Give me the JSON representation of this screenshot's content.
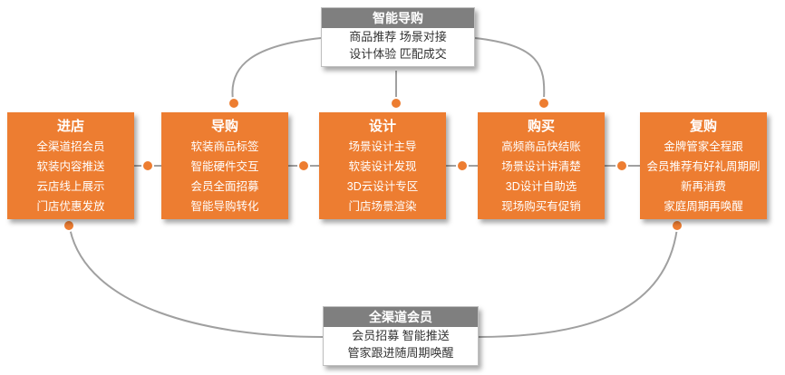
{
  "colors": {
    "stage_bg": "#ED7D31",
    "stage_text": "#FFFFFF",
    "callout_header_bg": "#7F7F7F",
    "callout_header_text": "#FFFFFF",
    "callout_body_bg": "#FFFFFF",
    "callout_body_text": "#333333",
    "connector_line": "#A0A0A0",
    "connector_dot": "#ED7D31"
  },
  "top_callout": {
    "title": "智能导购",
    "lines": [
      "商品推荐 场景对接",
      "设计体验 匹配成交"
    ]
  },
  "bottom_callout": {
    "title": "全渠道会员",
    "lines": [
      "会员招募 智能推送",
      "管家跟进随周期唤醒"
    ]
  },
  "stages": [
    {
      "title": "进店",
      "lines": [
        "全渠道招会员",
        "软装内容推送",
        "云店线上展示",
        "门店优惠发放"
      ]
    },
    {
      "title": "导购",
      "lines": [
        "软装商品标签",
        "智能硬件交互",
        "会员全面招募",
        "智能导购转化"
      ]
    },
    {
      "title": "设计",
      "lines": [
        "场景设计主导",
        "软装设计发现",
        "3D云设计专区",
        "门店场景渲染"
      ]
    },
    {
      "title": "购买",
      "lines": [
        "高频商品快结账",
        "场景设计讲清楚",
        "3D设计自助选",
        "现场购买有促销"
      ]
    },
    {
      "title": "复购",
      "lines": [
        "金牌管家全程跟",
        "会员推荐有好礼周期刷",
        "新再消费",
        "家庭周期再唤醒"
      ]
    }
  ]
}
